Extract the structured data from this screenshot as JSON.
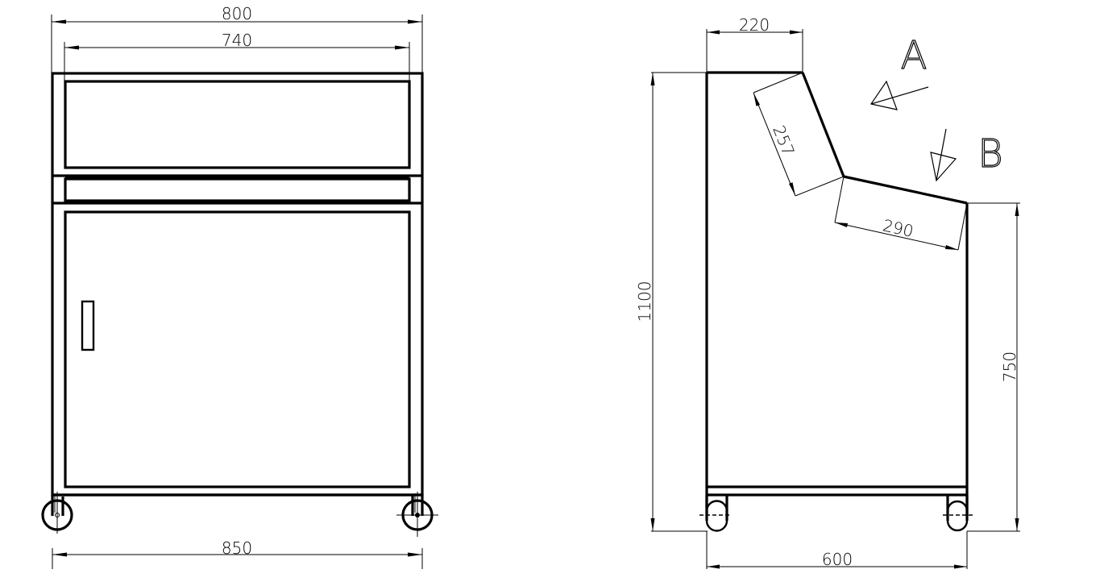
{
  "drawing": {
    "front_view": {
      "dimensions": {
        "overall_top_width": "800",
        "inner_top_width": "740",
        "wheelbase_width": "850"
      },
      "parts": [
        "top-drawer-panel",
        "middle-rail-panel",
        "cabinet-door",
        "door-handle",
        "left-caster",
        "right-caster"
      ]
    },
    "side_view": {
      "dimensions": {
        "top_depth": "220",
        "slanted_panel_length": "257",
        "desk_panel_length": "290",
        "overall_height": "1100",
        "desk_height": "750",
        "overall_depth": "600"
      },
      "view_labels": {
        "view_a": "A",
        "view_b": "B"
      },
      "parts": [
        "cabinet-body",
        "slanted-panel",
        "desk-panel",
        "base-rail",
        "front-caster",
        "rear-caster"
      ]
    },
    "colors": {
      "line": "#000000",
      "background": "#ffffff"
    }
  }
}
